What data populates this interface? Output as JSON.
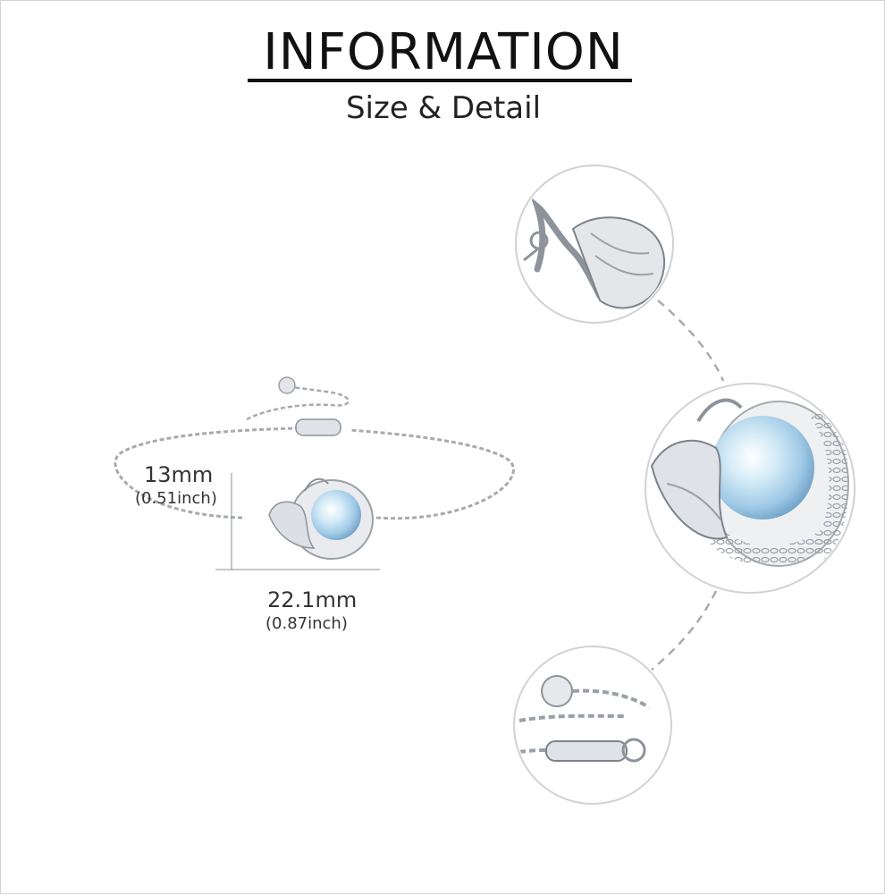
{
  "header": {
    "title": "INFORMATION",
    "subtitle": "Size & Detail"
  },
  "dimensions": {
    "height_mm": "13mm",
    "height_inch": "(0.51inch)",
    "width_mm": "22.1mm",
    "width_inch": "(0.87inch)"
  },
  "product": {
    "stone_color": "#9ec9e6",
    "metal_color": "#c9ccd1",
    "icon": "moonstone-mermaid-bracelet"
  }
}
